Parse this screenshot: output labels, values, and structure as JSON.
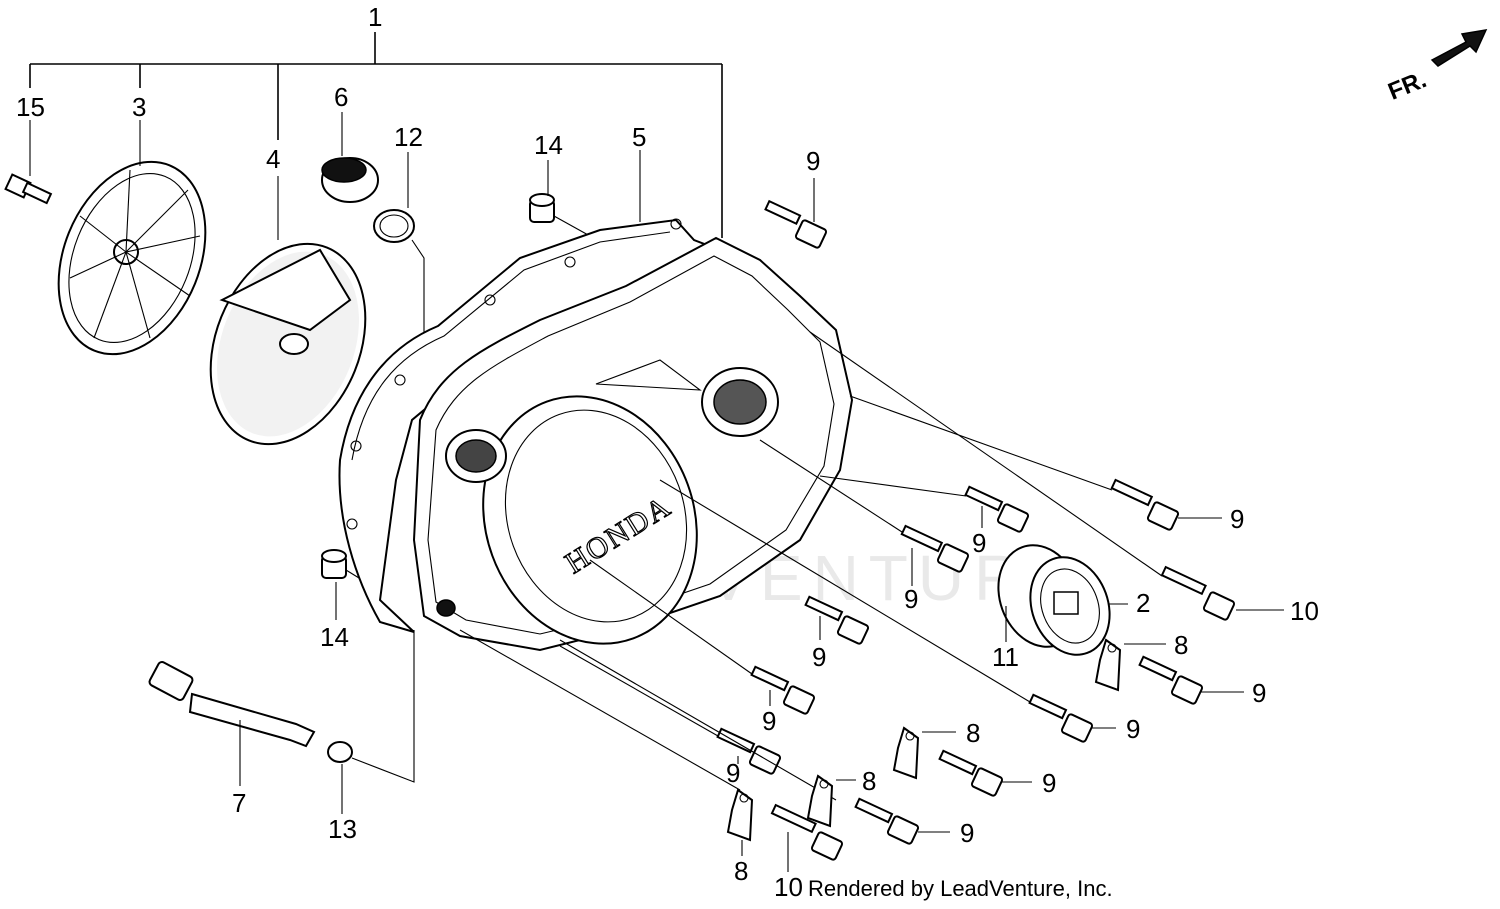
{
  "watermark": "LEADVENTURE",
  "credit": "Rendered by LeadVenture, Inc.",
  "direction_arrow": {
    "label": "FR."
  },
  "cover_logo": "HONDA",
  "callouts": {
    "c1": "1",
    "c2": "2",
    "c3": "3",
    "c4": "4",
    "c5": "5",
    "c6": "6",
    "c7": "7",
    "c8a": "8",
    "c8b": "8",
    "c8c": "8",
    "c8d": "8",
    "c9a": "9",
    "c9b": "9",
    "c9c": "9",
    "c9d": "9",
    "c9e": "9",
    "c9f": "9",
    "c9g": "9",
    "c9h": "9",
    "c9i": "9",
    "c9j": "9",
    "c9k": "9",
    "c10a": "10",
    "c10b": "10",
    "c11": "11",
    "c12": "12",
    "c13": "13",
    "c14a": "14",
    "c14b": "14",
    "c15": "15"
  }
}
